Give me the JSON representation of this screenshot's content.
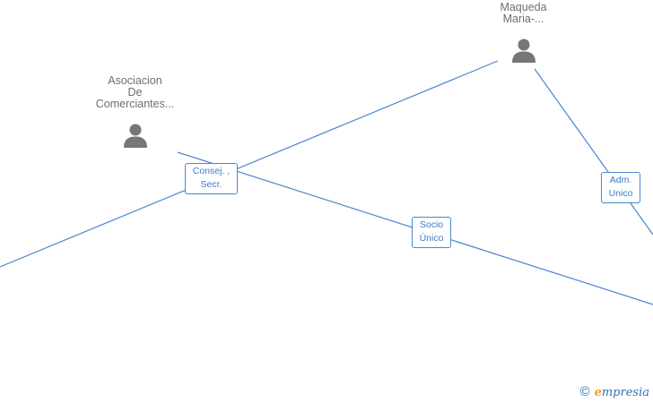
{
  "nodes": [
    {
      "id": "asociacion",
      "label_lines": [
        "Asociacion",
        "De",
        "Comerciantes..."
      ]
    },
    {
      "id": "maqueda",
      "label_lines": [
        "Maqueda",
        "Maria-..."
      ]
    }
  ],
  "edge_labels": [
    {
      "id": "consej",
      "lines": [
        "Consej. ,",
        "Secr."
      ]
    },
    {
      "id": "socio",
      "lines": [
        "Socio",
        "Único"
      ]
    },
    {
      "id": "adm",
      "lines": [
        "Adm.",
        "Unico"
      ]
    }
  ],
  "footer": {
    "copyright": "©",
    "brand_initial": "e",
    "brand_rest": "mpresia"
  },
  "colors": {
    "edge": "#4a86d0",
    "node_icon": "#777777",
    "label_text": "#6e6e6e"
  }
}
